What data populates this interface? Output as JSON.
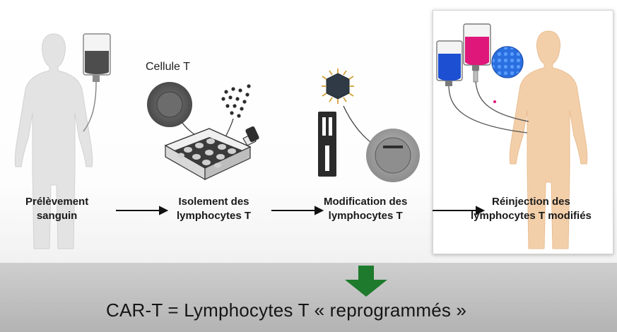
{
  "diagram": {
    "steps": [
      {
        "id": "prelevement",
        "line1": "Prélèvement",
        "line2": "sanguin"
      },
      {
        "id": "isolement",
        "line1": "Isolement des",
        "line2": "lymphocytes T"
      },
      {
        "id": "modification",
        "line1": "Modification des",
        "line2": "lymphocytes T"
      },
      {
        "id": "reinjection",
        "line1": "Réinjection des",
        "line2": "lymphocytes T modifiés"
      }
    ],
    "cell_label": "Cellule T",
    "conclusion": "CAR-T = Lymphocytes T « reprogrammés »",
    "colors": {
      "arrow_green": "#1e7a2c",
      "bag_blue": "#1d4fd3",
      "bag_magenta": "#e0177a",
      "cell_blue": "#2a6fe0",
      "body_gray": "#e3e3e3",
      "body_skin": "#f3cfa9"
    }
  }
}
